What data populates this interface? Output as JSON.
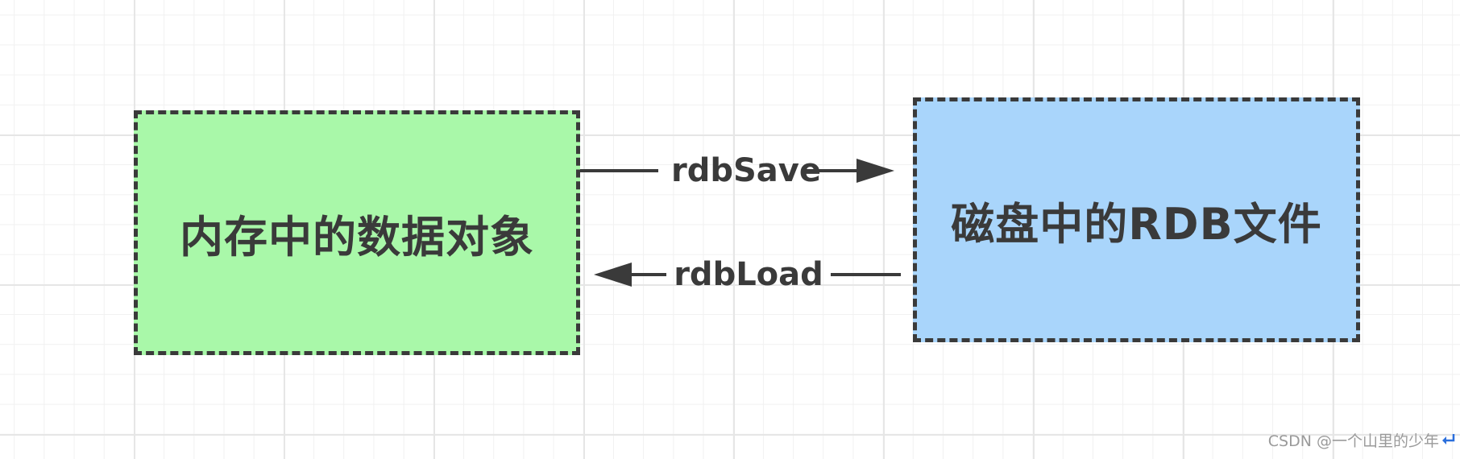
{
  "nodes": {
    "memory": {
      "label": "内存中的数据对象",
      "fill": "#a9f8a9"
    },
    "disk": {
      "label": "磁盘中的RDB文件",
      "fill": "#a9d5fb"
    }
  },
  "edges": {
    "save": {
      "label": "rdbSave"
    },
    "load": {
      "label": "rdbLoad"
    }
  },
  "colors": {
    "stroke": "#3a3a3a",
    "grid_major": "#e6e6e6",
    "grid_minor": "#f1f1f1",
    "return_icon": "#2b6fdc"
  },
  "watermark": {
    "text": "CSDN @一个山里的少年"
  },
  "icons": {
    "return": "return-arrow-icon"
  }
}
